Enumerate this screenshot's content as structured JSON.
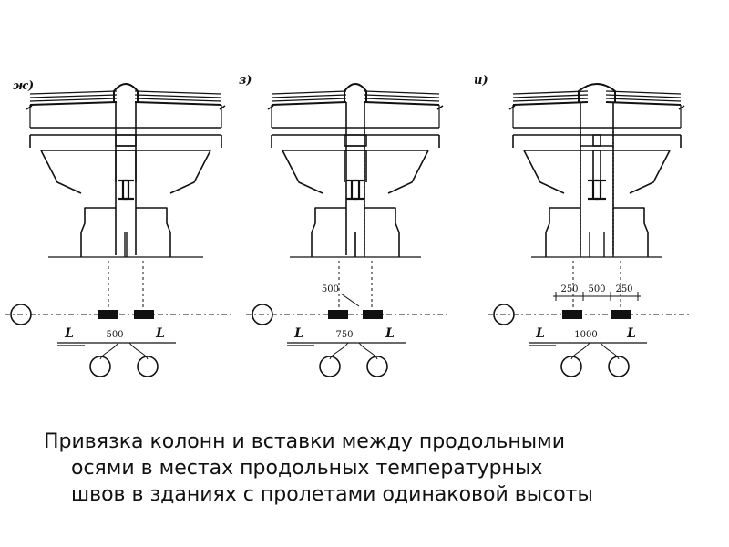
{
  "panels": [
    {
      "id": "zh",
      "label": "ж)",
      "insert_label": "500",
      "top_labels": [],
      "axis_left": "L",
      "axis_right": "L"
    },
    {
      "id": "z",
      "label": "з)",
      "insert_label": "750",
      "top_labels": [
        "500"
      ],
      "axis_left": "L",
      "axis_right": "L"
    },
    {
      "id": "i",
      "label": "и)",
      "insert_label": "1000",
      "top_labels": [
        "250",
        "500",
        "250"
      ],
      "axis_left": "L",
      "axis_right": "L"
    }
  ],
  "caption": {
    "line1": "Привязка колонн и вставки между продольными",
    "line2": "осями в местах продольных температурных",
    "line3": "швов в зданиях с пролетами одинаковой высоты"
  }
}
